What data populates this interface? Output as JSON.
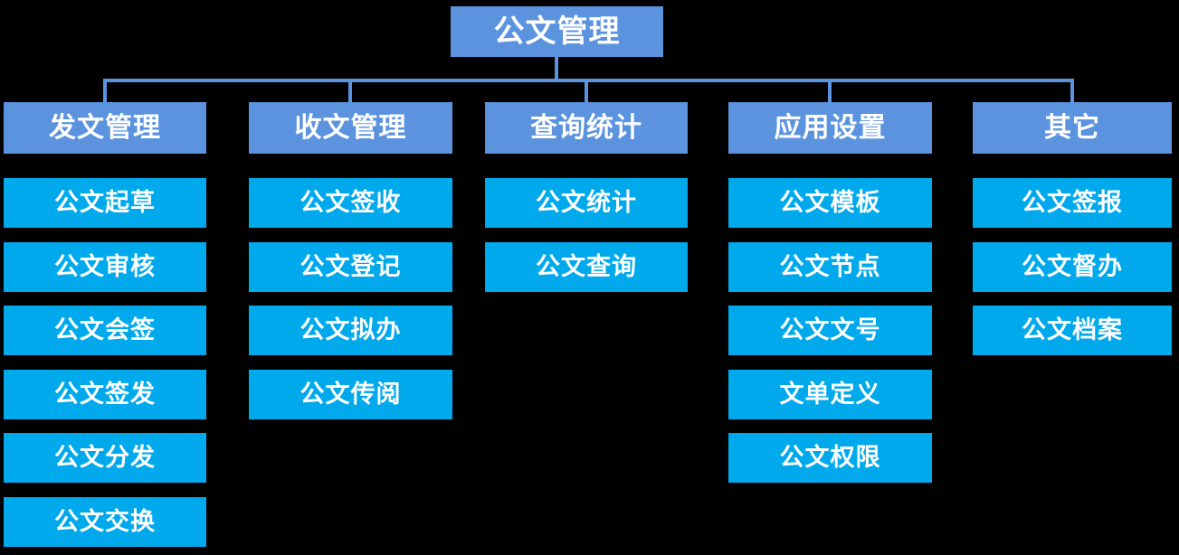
{
  "colors": {
    "background": "#000000",
    "branch_fill": "#5B93DF",
    "leaf_fill": "#00A9EC",
    "connector": "#5B93DF",
    "text": "#FFFFFF"
  },
  "tree": {
    "root_label": "公文管理",
    "branches": [
      {
        "label": "发文管理",
        "items": [
          "公文起草",
          "公文审核",
          "公文会签",
          "公文签发",
          "公文分发",
          "公文交换"
        ]
      },
      {
        "label": "收文管理",
        "items": [
          "公文签收",
          "公文登记",
          "公文拟办",
          "公文传阅"
        ]
      },
      {
        "label": "查询统计",
        "items": [
          "公文统计",
          "公文查询"
        ]
      },
      {
        "label": "应用设置",
        "items": [
          "公文模板",
          "公文节点",
          "公文文号",
          "文单定义",
          "公文权限"
        ]
      },
      {
        "label": "其它",
        "items": [
          "公文签报",
          "公文督办",
          "公文档案"
        ]
      }
    ]
  }
}
